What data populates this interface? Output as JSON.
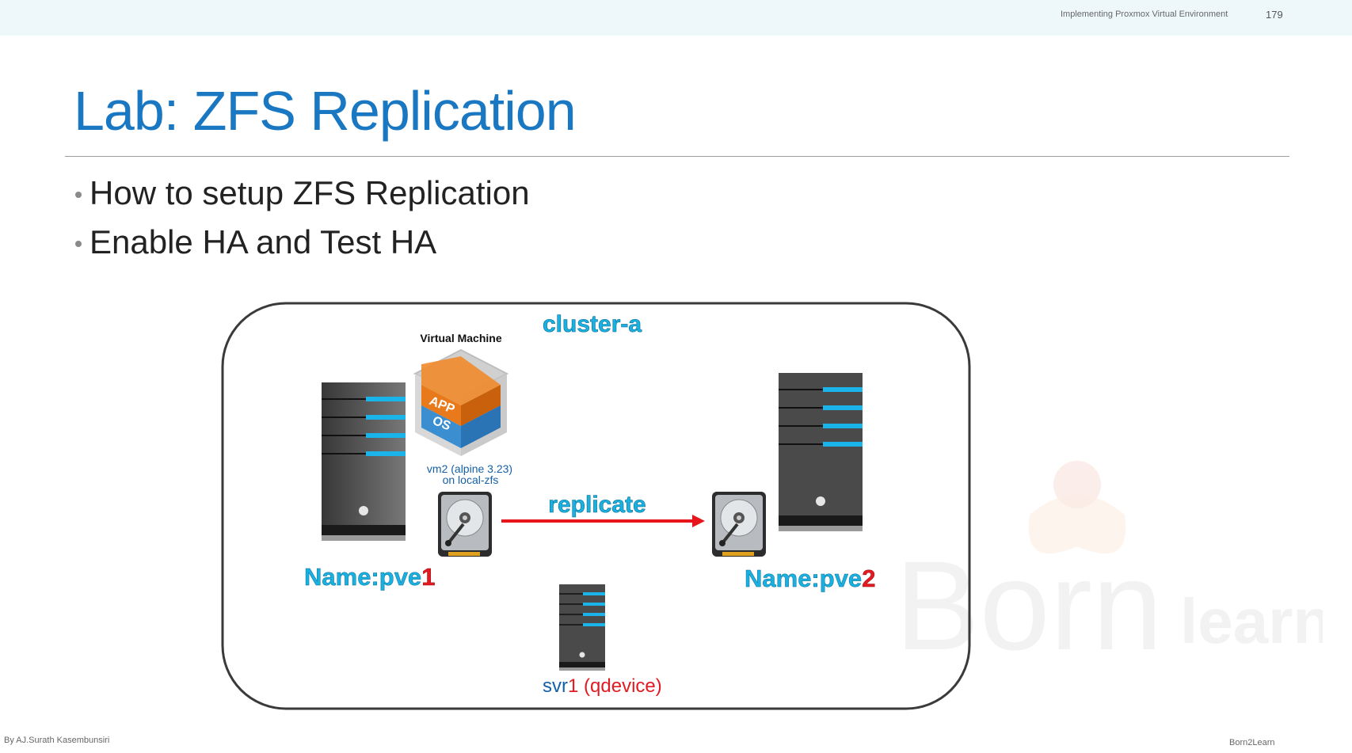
{
  "header": {
    "course": "Implementing Proxmox Virtual Environment",
    "page_number": "179"
  },
  "slide": {
    "title": "Lab: ZFS Replication",
    "bullets": [
      "How to setup ZFS Replication",
      "Enable HA and Test HA"
    ]
  },
  "diagram": {
    "cluster_label": "cluster-a",
    "vm_heading": "Virtual Machine",
    "vm_cube_top": "APP",
    "vm_cube_bottom": "OS",
    "vm_caption_line1": "vm2 (alpine 3.23)",
    "vm_caption_line2": "on local-zfs",
    "replicate_label": "replicate",
    "node1_prefix": "Name:pve",
    "node1_suffix": "1",
    "node2_prefix": "Name:pve",
    "node2_suffix": "2",
    "qdevice_prefix": "svr",
    "qdevice_number": "1",
    "qdevice_role": " (qdevice)",
    "colors": {
      "cyan_label": "#1ab0e0",
      "red_accent": "#e11b22",
      "blue_text": "#1560a8",
      "arrow": "#e8141c",
      "server_body": "#4a4a4a",
      "server_led": "#1ab3ea"
    }
  },
  "watermark": {
    "text1": "Born",
    "text2": "learn"
  },
  "footer": {
    "author": "By AJ.Surath Kasembunsiri",
    "brand": "Born2Learn"
  }
}
